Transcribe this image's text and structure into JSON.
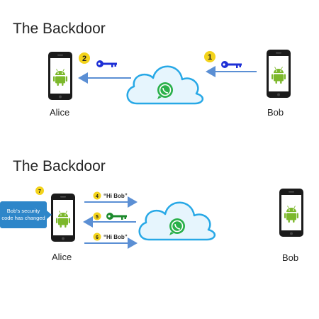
{
  "panel_top": {
    "title": "The Backdoor",
    "left_name": "Alice",
    "right_name": "Bob",
    "steps": [
      "1",
      "2"
    ]
  },
  "panel_bottom": {
    "title": "The Backdoor",
    "left_name": "Alice",
    "right_name": "Bob",
    "steps": [
      "4",
      "5",
      "6",
      "7"
    ],
    "message_4": "“Hi Bob”",
    "message_6": "“Hi Bob”",
    "callout": "Bob's security code has changed"
  },
  "icons": {
    "phone": "smartphone-icon",
    "android": "android-icon",
    "cloud": "cloud-icon",
    "whatsapp": "whatsapp-icon",
    "key": "key-icon"
  },
  "colors": {
    "arrow": "#5b8fd4",
    "cloud_fill": "#e6f5fd",
    "cloud_stroke": "#27a8e6",
    "badge": "#f3d31b",
    "key_blue": "#1d2fd6",
    "key_green": "#1c8a2c",
    "whatsapp": "#2ab04a",
    "callout": "#2e86c9"
  }
}
